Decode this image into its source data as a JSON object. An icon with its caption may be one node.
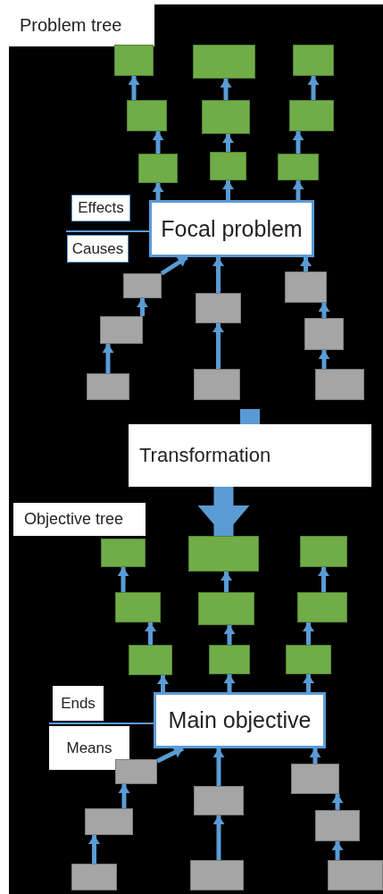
{
  "diagram": {
    "nodes": [
      {
        "text": [
          "Problem tree"
        ]
      },
      {
        "text": [],
        "shape": "box"
      },
      {
        "text": [],
        "shape": "box"
      },
      {
        "text": [],
        "shape": "box"
      },
      {
        "text": [],
        "shape": "box"
      },
      {
        "text": [],
        "shape": "box"
      },
      {
        "text": [],
        "shape": "box"
      },
      {
        "text": [],
        "shape": "box"
      },
      {
        "text": [],
        "shape": "box"
      },
      {
        "text": [],
        "shape": "box"
      },
      {
        "text": [
          "Effects"
        ]
      },
      {
        "text": [
          "Focal problem"
        ]
      },
      {
        "text": [
          "Causes"
        ]
      },
      {
        "text": [],
        "shape": "box"
      },
      {
        "text": [],
        "shape": "box"
      },
      {
        "text": [],
        "shape": "box"
      },
      {
        "text": [],
        "shape": "box"
      },
      {
        "text": [],
        "shape": "box"
      },
      {
        "text": [],
        "shape": "box"
      },
      {
        "text": [],
        "shape": "box"
      },
      {
        "text": [],
        "shape": "box"
      },
      {
        "text": [
          "Transformation"
        ]
      },
      {
        "text": [
          "Objective tree"
        ]
      },
      {
        "text": [],
        "shape": "box"
      },
      {
        "text": [],
        "shape": "box"
      },
      {
        "text": [],
        "shape": "box"
      },
      {
        "text": [],
        "shape": "box"
      },
      {
        "text": [],
        "shape": "box"
      },
      {
        "text": [],
        "shape": "box"
      },
      {
        "text": [],
        "shape": "box"
      },
      {
        "text": [],
        "shape": "box"
      },
      {
        "text": [],
        "shape": "box"
      },
      {
        "text": [
          "Ends"
        ]
      },
      {
        "text": [
          "Main objective"
        ]
      },
      {
        "text": [
          "Means"
        ]
      },
      {
        "text": [],
        "shape": "box"
      },
      {
        "text": [],
        "shape": "box"
      },
      {
        "text": [],
        "shape": "box"
      },
      {
        "text": [],
        "shape": "box"
      },
      {
        "text": [],
        "shape": "box"
      },
      {
        "text": [],
        "shape": "box"
      },
      {
        "text": [],
        "shape": "box"
      },
      {
        "text": [],
        "shape": "box"
      }
    ],
    "edges": [
      {
        "from": 11,
        "to": 7,
        "arrow": "to"
      },
      {
        "from": 11,
        "to": 8,
        "arrow": "to"
      },
      {
        "from": 11,
        "to": 9,
        "arrow": "to"
      },
      {
        "from": 7,
        "to": 4,
        "arrow": "to"
      },
      {
        "from": 8,
        "to": 5,
        "arrow": "to"
      },
      {
        "from": 9,
        "to": 6,
        "arrow": "to"
      },
      {
        "from": 4,
        "to": 1,
        "arrow": "to"
      },
      {
        "from": 5,
        "to": 2,
        "arrow": "to"
      },
      {
        "from": 6,
        "to": 3,
        "arrow": "to"
      },
      {
        "from": 13,
        "to": 11,
        "arrow": "to"
      },
      {
        "from": 15,
        "to": 11,
        "arrow": "to"
      },
      {
        "from": 14,
        "to": 11,
        "arrow": "to"
      },
      {
        "from": 16,
        "to": 13,
        "arrow": "to"
      },
      {
        "from": 18,
        "to": 16,
        "arrow": "to"
      },
      {
        "from": 19,
        "to": 15,
        "arrow": "to"
      },
      {
        "from": 17,
        "to": 14,
        "arrow": "to"
      },
      {
        "from": 20,
        "to": 17,
        "arrow": "to"
      },
      {
        "from": null,
        "to": 21,
        "arrow": "none",
        "style": "thick"
      },
      {
        "from": 21,
        "to": 24,
        "arrow": "to",
        "style": "thick"
      },
      {
        "from": 33,
        "to": 29,
        "arrow": "to"
      },
      {
        "from": 33,
        "to": 30,
        "arrow": "to"
      },
      {
        "from": 33,
        "to": 31,
        "arrow": "to"
      },
      {
        "from": 29,
        "to": 26,
        "arrow": "to"
      },
      {
        "from": 30,
        "to": 27,
        "arrow": "to"
      },
      {
        "from": 31,
        "to": 28,
        "arrow": "to"
      },
      {
        "from": 26,
        "to": 23,
        "arrow": "to"
      },
      {
        "from": 27,
        "to": 24,
        "arrow": "to"
      },
      {
        "from": 28,
        "to": 25,
        "arrow": "to"
      },
      {
        "from": 35,
        "to": 33,
        "arrow": "to"
      },
      {
        "from": 37,
        "to": 33,
        "arrow": "to"
      },
      {
        "from": 36,
        "to": 33,
        "arrow": "to"
      },
      {
        "from": 38,
        "to": 35,
        "arrow": "to"
      },
      {
        "from": 40,
        "to": 38,
        "arrow": "to"
      },
      {
        "from": 41,
        "to": 37,
        "arrow": "to"
      },
      {
        "from": 39,
        "to": 36,
        "arrow": "to"
      },
      {
        "from": 42,
        "to": 39,
        "arrow": "to"
      }
    ]
  }
}
